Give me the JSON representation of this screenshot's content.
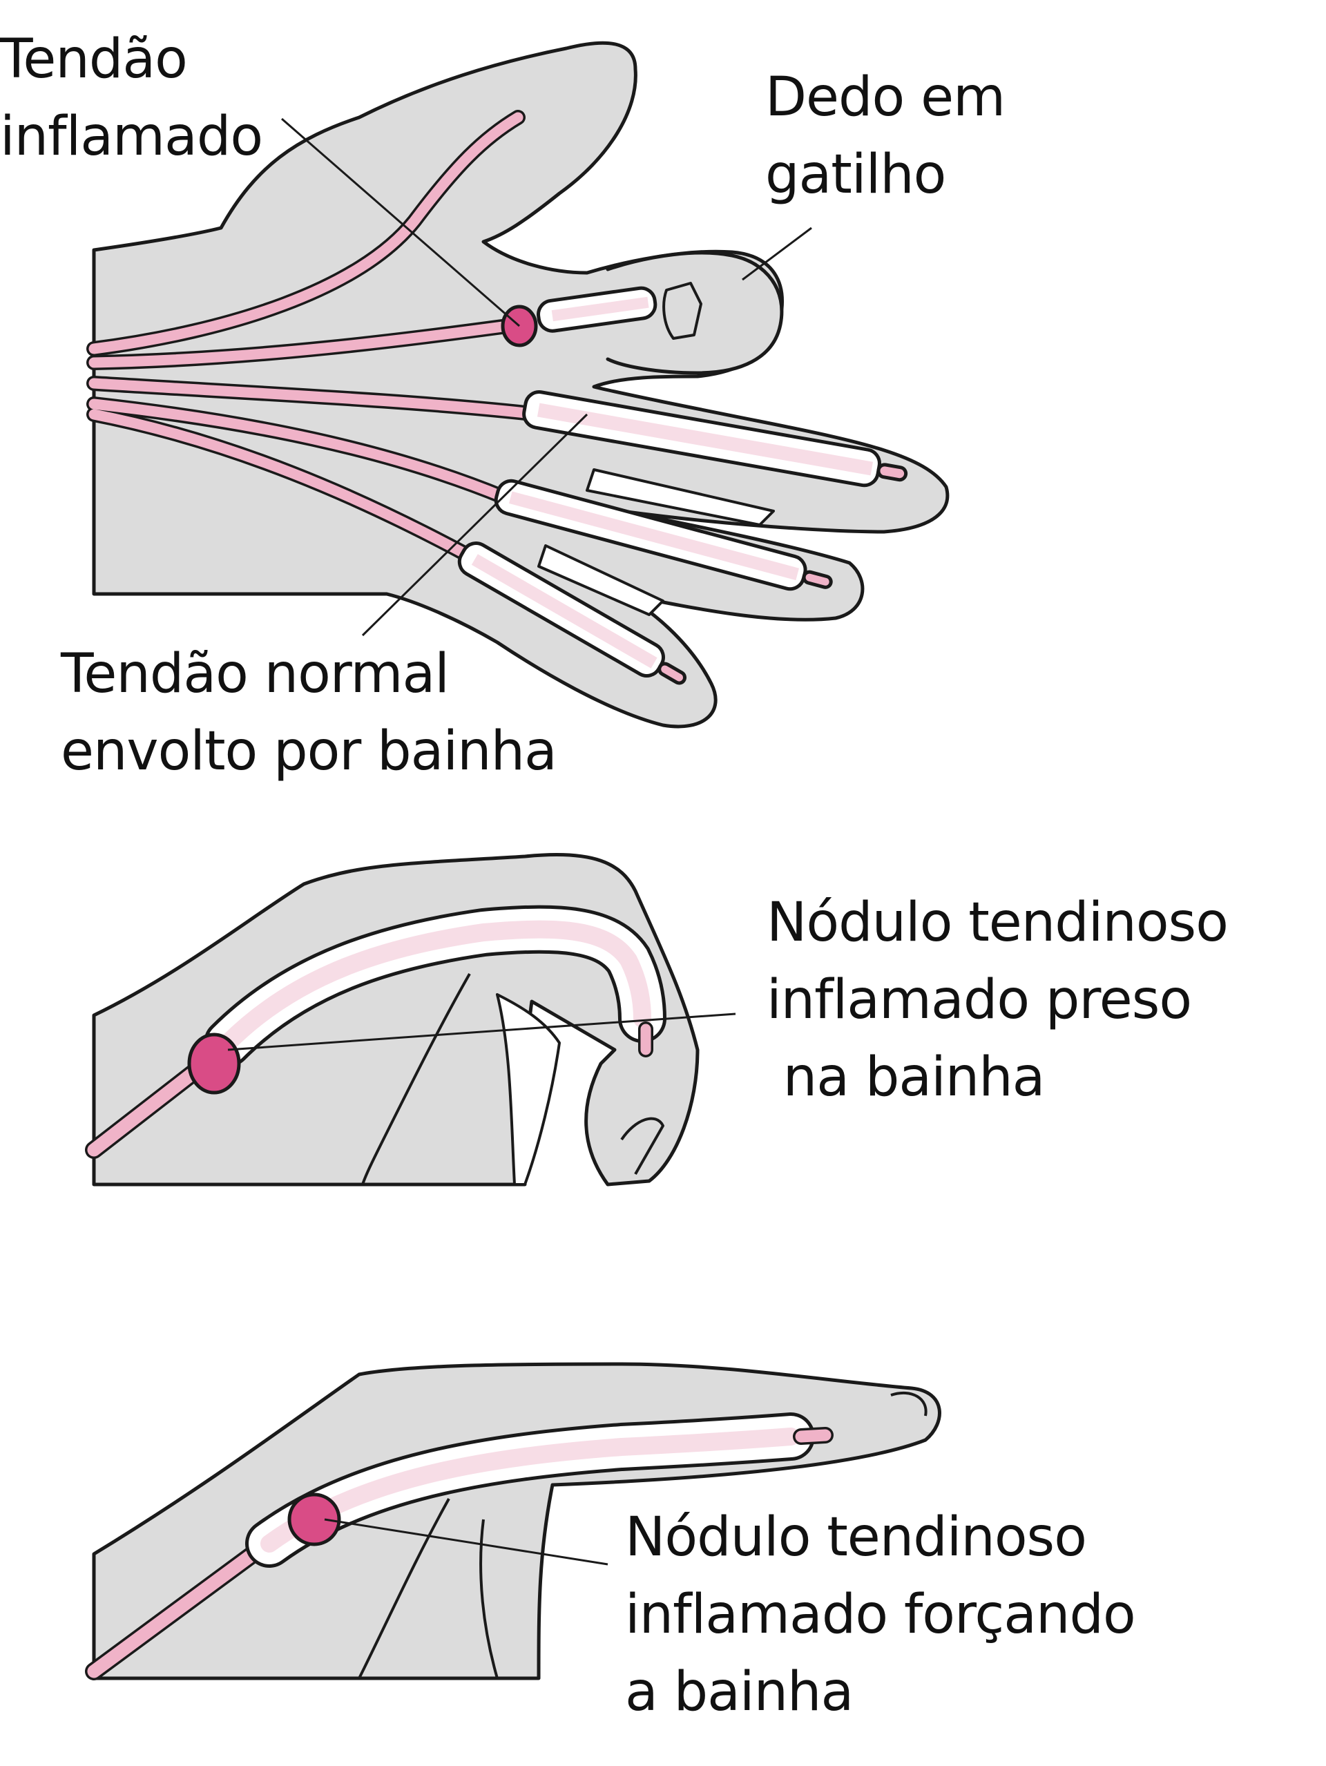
{
  "figure": {
    "topic": "Dedo em gatilho",
    "colors": {
      "skin": "#dcdcdc",
      "outline": "#1a1a1a",
      "tendon": "#f0b3c8",
      "sheath": "#ffffff",
      "sheath_inner": "#f7dde6",
      "nodule": "#d94c86"
    },
    "panels": [
      {
        "id": "open-hand",
        "labels": [
          {
            "name": "inflamed-tendon-label",
            "lines": [
              "Tendão",
              "inflamado"
            ]
          },
          {
            "name": "trigger-finger-label",
            "lines": [
              "Dedo em",
              "gatilho"
            ]
          },
          {
            "name": "normal-tendon-label",
            "lines": [
              "Tendão normal",
              "envolto por bainha"
            ]
          }
        ]
      },
      {
        "id": "bent-finger",
        "labels": [
          {
            "name": "nodule-stuck-label",
            "lines": [
              "Nódulo tendinoso",
              "inflamado preso",
              " na bainha"
            ]
          }
        ]
      },
      {
        "id": "straight-finger",
        "labels": [
          {
            "name": "nodule-forcing-label",
            "lines": [
              "Nódulo tendinoso",
              "inflamado forçando",
              "a bainha"
            ]
          }
        ]
      }
    ]
  }
}
